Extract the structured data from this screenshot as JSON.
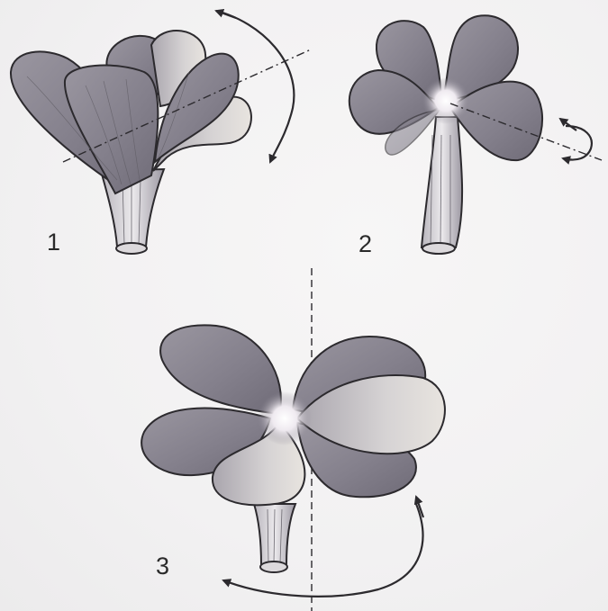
{
  "figures": [
    {
      "number": "1",
      "axis": "tilted-dash-dot",
      "rotation": "swing-arc-both-directions"
    },
    {
      "number": "2",
      "axis": "horizontal-dash-dot",
      "rotation": "small-twist-arrows"
    },
    {
      "number": "3",
      "axis": "vertical-dashed",
      "rotation": "curved-turn-arrow"
    }
  ],
  "colors": {
    "petal": "#8e8a95",
    "petal_light": "#c7c3c8",
    "outline": "#2c2a2e",
    "background": "#f3f2f3"
  }
}
